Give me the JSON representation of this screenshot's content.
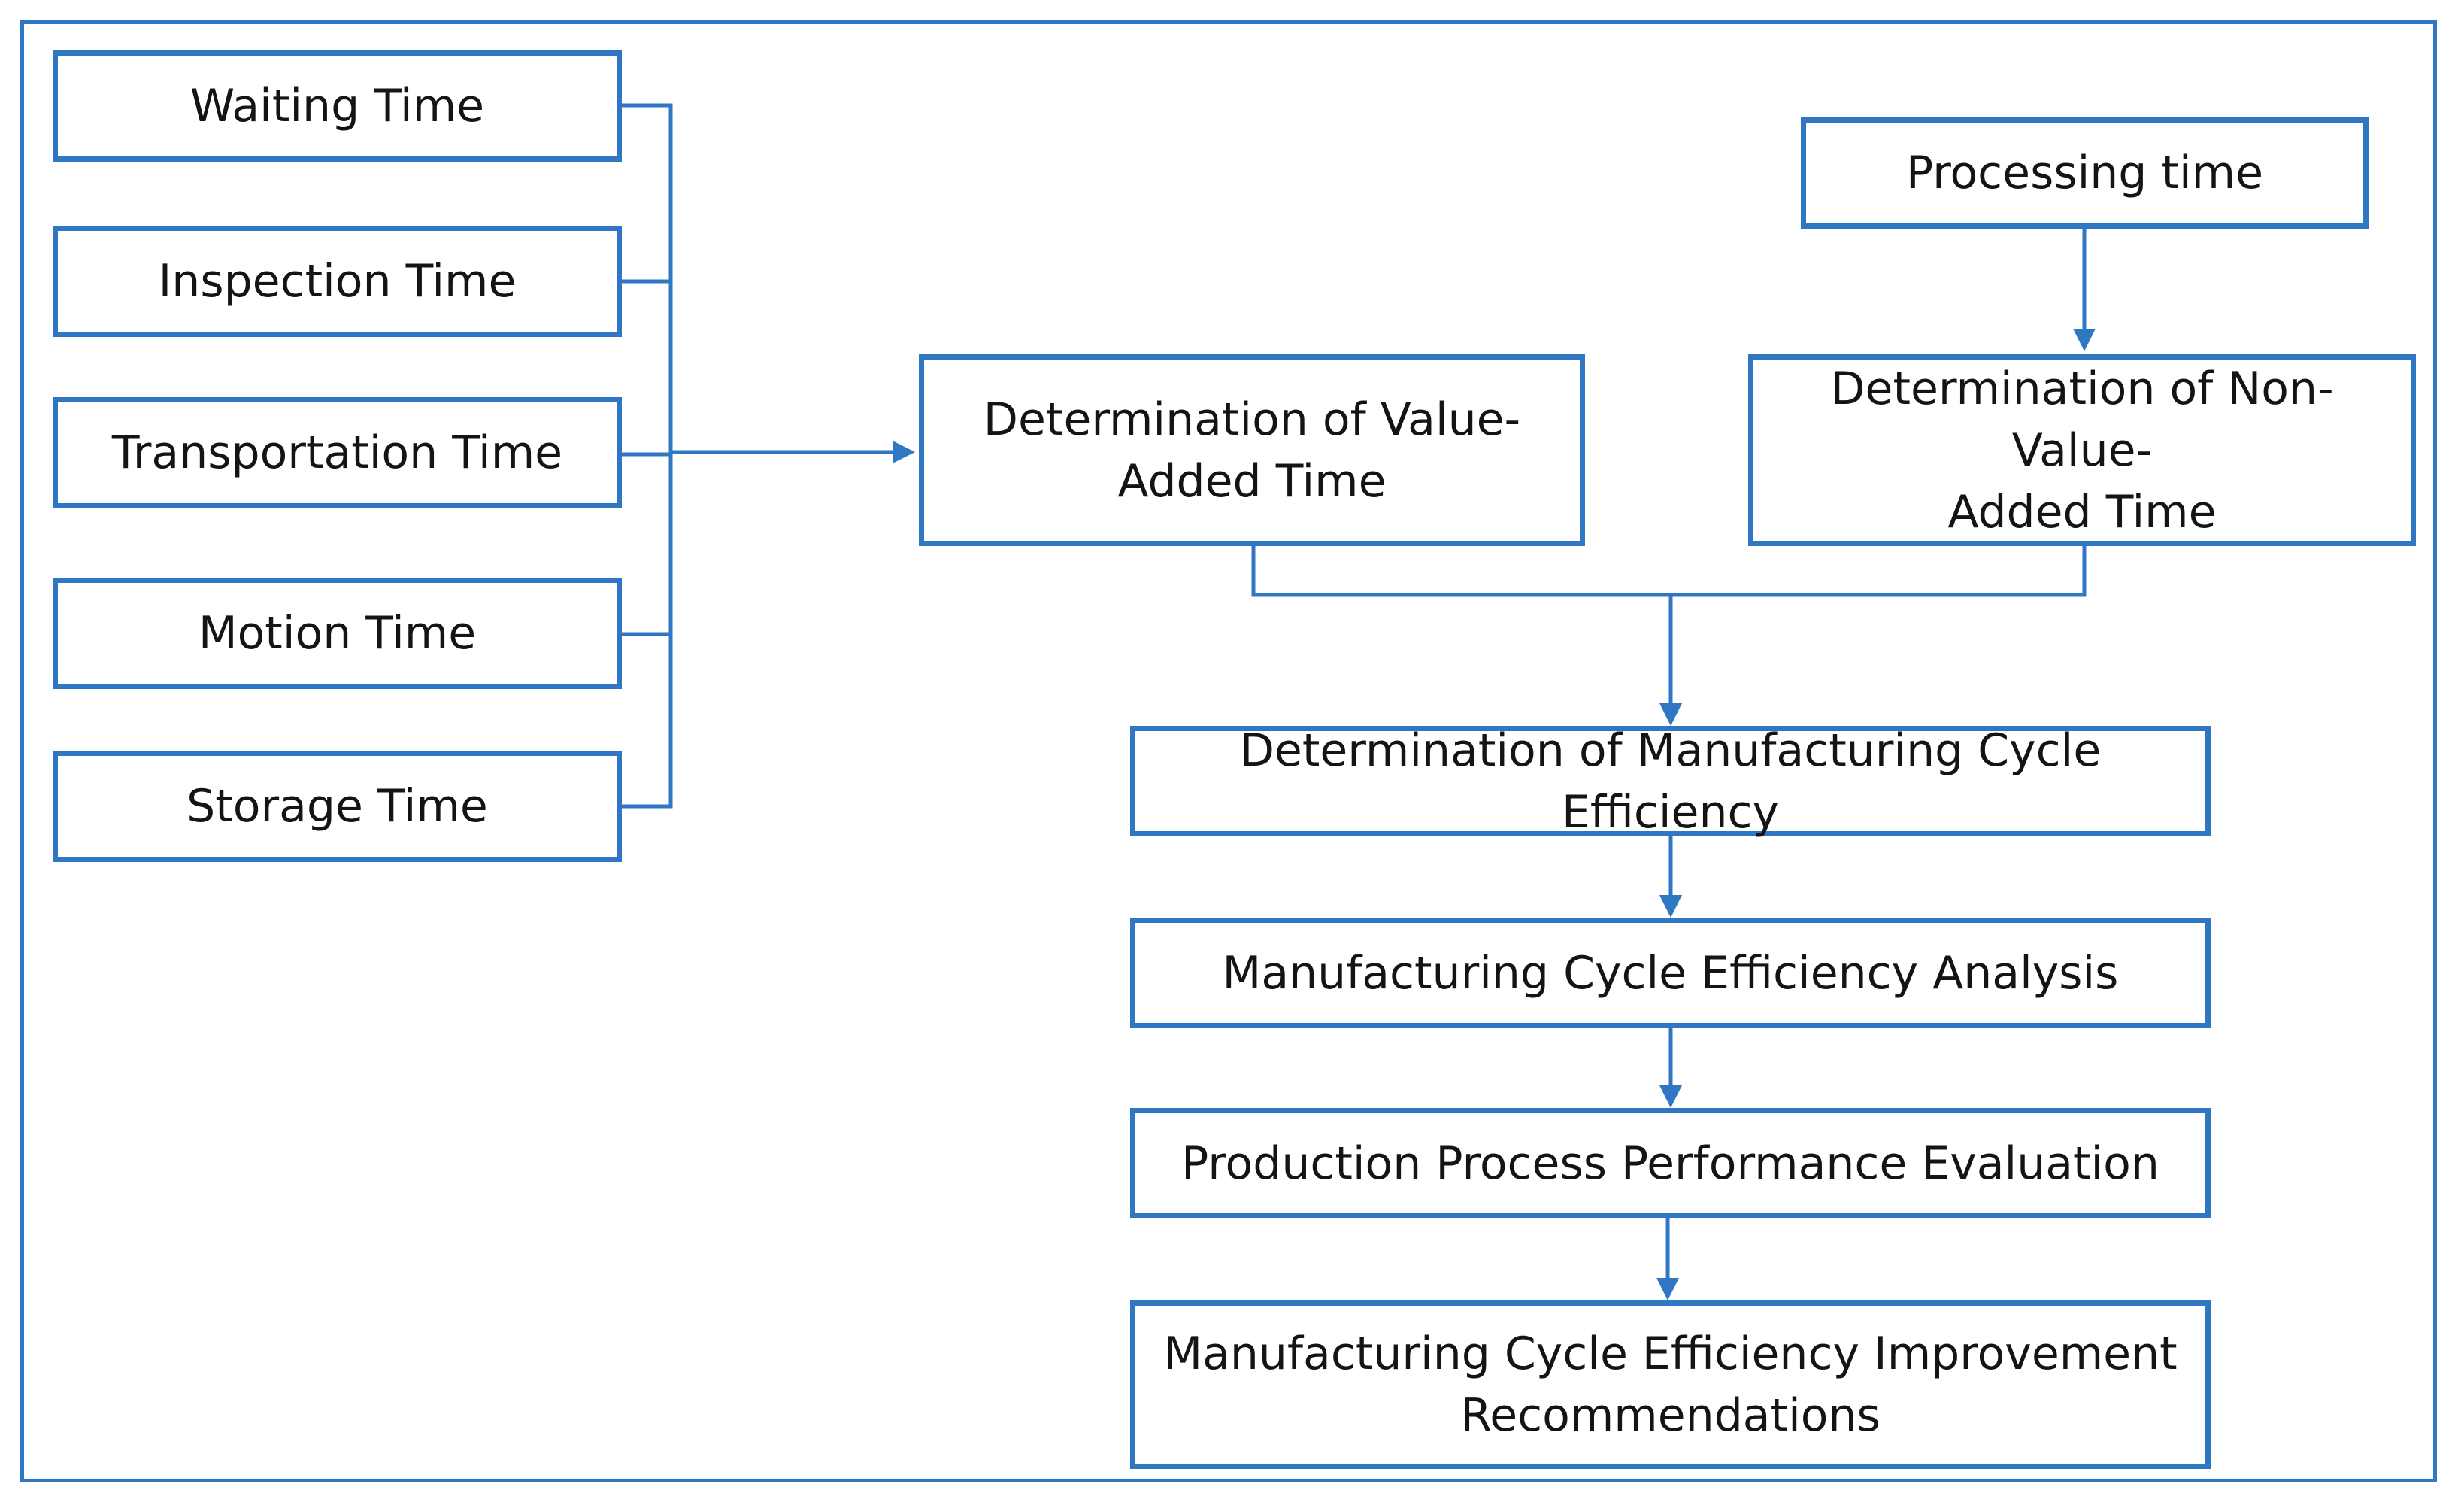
{
  "diagram": {
    "colors": {
      "stroke": "#2f77c3",
      "text": "#141414",
      "background": "#ffffff"
    },
    "time_components": [
      {
        "id": "waiting",
        "label": "Waiting Time"
      },
      {
        "id": "inspection",
        "label": "Inspection Time"
      },
      {
        "id": "transportation",
        "label": "Transportation Time"
      },
      {
        "id": "motion",
        "label": "Motion Time"
      },
      {
        "id": "storage",
        "label": "Storage Time"
      }
    ],
    "processing_time": {
      "label": "Processing time"
    },
    "value_added": {
      "line1": "Determination of Value-",
      "line2": "Added Time"
    },
    "non_value_added": {
      "line1": "Determination of Non-Value-",
      "line2": "Added Time"
    },
    "mce_determination": {
      "label": "Determination of Manufacturing Cycle Efficiency"
    },
    "mce_analysis": {
      "label": "Manufacturing Cycle Efficiency Analysis"
    },
    "performance_evaluation": {
      "label": "Production Process Performance Evaluation"
    },
    "recommendations": {
      "line1": "Manufacturing Cycle Efficiency Improvement",
      "line2": "Recommendations"
    },
    "edges": [
      {
        "from": "time_components",
        "to": "value_added"
      },
      {
        "from": "processing_time",
        "to": "non_value_added"
      },
      {
        "from": "value_added",
        "to": "mce_determination"
      },
      {
        "from": "non_value_added",
        "to": "mce_determination"
      },
      {
        "from": "mce_determination",
        "to": "mce_analysis"
      },
      {
        "from": "mce_analysis",
        "to": "performance_evaluation"
      },
      {
        "from": "performance_evaluation",
        "to": "recommendations"
      }
    ]
  }
}
